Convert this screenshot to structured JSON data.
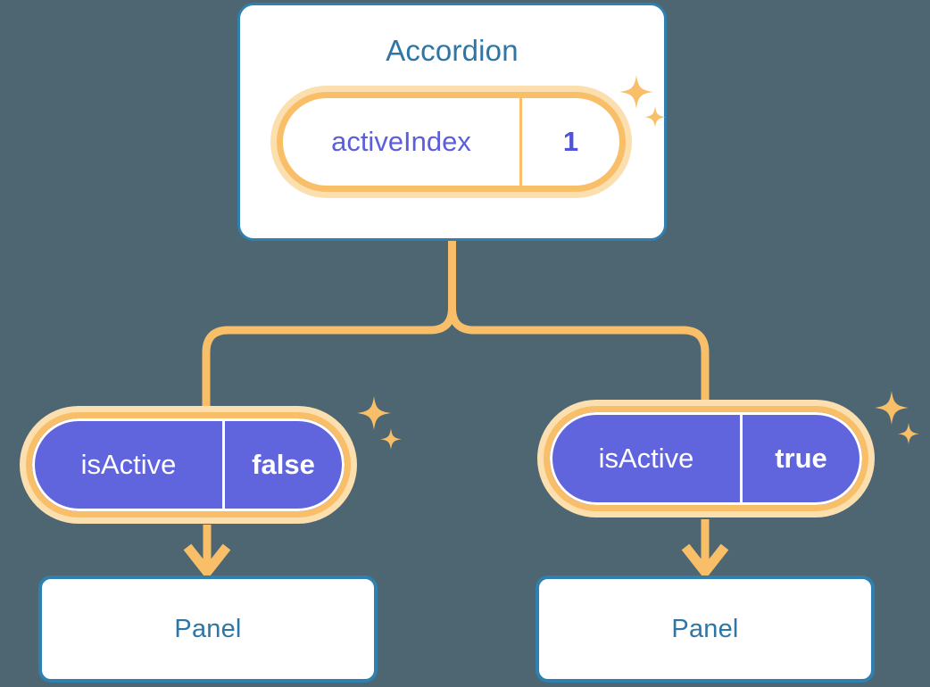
{
  "theme": {
    "background": "#4d6671",
    "card_fill": "#ffffff",
    "card_border": "#2f7fb0",
    "title_text": "#2d76a6",
    "pill_stroke": "#f9bf68",
    "pill_halo": "#fbdfaf",
    "pill_fill_active": "#6165dd",
    "pill_text_on_purple": "#ffffff",
    "pill_text_on_white": "#5b5fdb",
    "connector": "#f9bf68",
    "sparkle": "#f9bf68"
  },
  "diagram": {
    "type": "component-state-tree",
    "root": {
      "title": "Accordion",
      "state": {
        "name": "activeIndex",
        "value": "1"
      }
    },
    "children": [
      {
        "state": {
          "name": "isActive",
          "value": "false"
        },
        "component": {
          "title": "Panel"
        }
      },
      {
        "state": {
          "name": "isActive",
          "value": "true"
        },
        "component": {
          "title": "Panel"
        }
      }
    ]
  },
  "icons": {
    "sparkle_large": "sparkle-icon",
    "sparkle_small": "sparkle-small-icon",
    "arrow_down": "arrow-down-icon"
  }
}
